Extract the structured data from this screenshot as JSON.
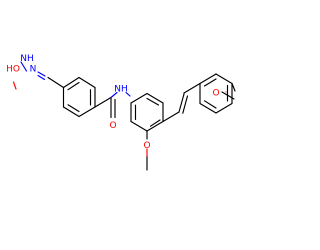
{
  "structure": {
    "colors": {
      "bond": "#000000",
      "nitrogen": "#0000ff",
      "oxygen": "#ff0000",
      "carbon": "#000000",
      "background": "#ffffff"
    },
    "labels": {
      "hydroxy": "HO",
      "hydrazine_nh": "NH",
      "imine_n": "N",
      "amide_nh": "NH",
      "carbonyl_o": "O",
      "methoxy_o_lower": "O",
      "methoxy_o_right": "O"
    }
  }
}
